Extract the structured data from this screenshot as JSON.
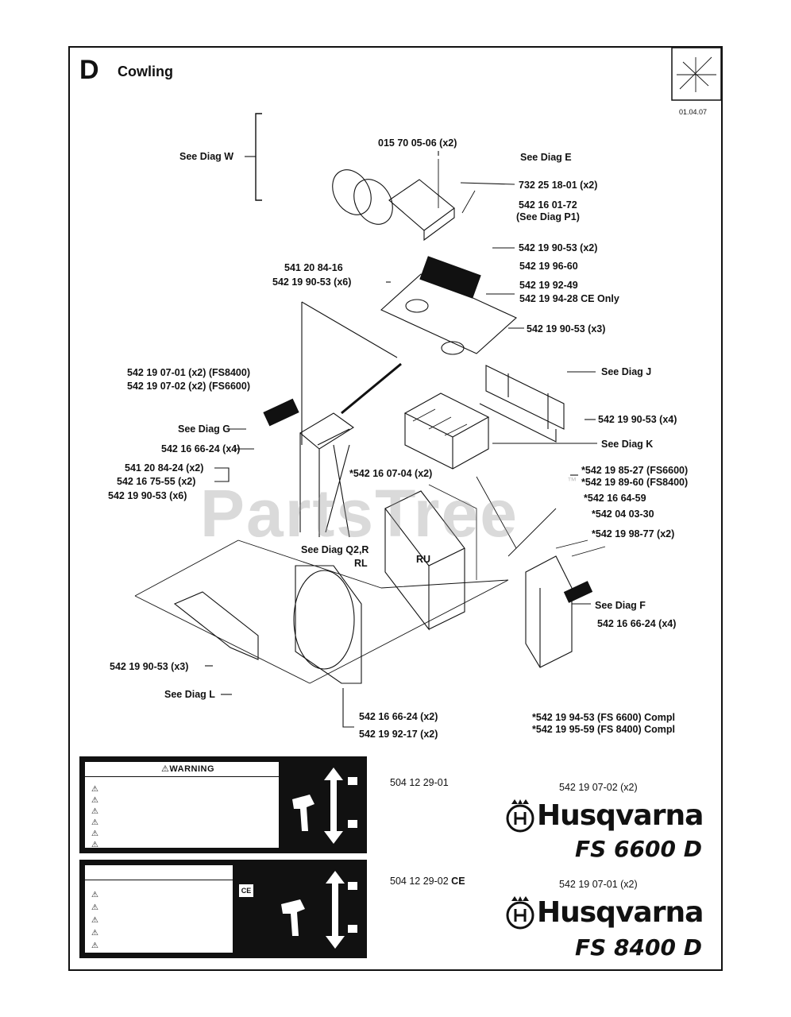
{
  "header": {
    "section_letter": "D",
    "section_title": "Cowling",
    "date": "01.04.07"
  },
  "watermark": {
    "text": "PartsTree",
    "tm": "™"
  },
  "callouts": {
    "see_diag_w": "See Diag W",
    "p_015700506": "015 70 05-06",
    "q_x2_a": "(x2)",
    "see_diag_e": "See Diag E",
    "p_732251801": "732 25 18-01",
    "q_x2_b": "(x2)",
    "p_542160172": "542 16 01-72",
    "see_diag_p1": "(See Diag P1)",
    "p_542199053_a": "542 19 90-53",
    "q_x2_c": "(x2)",
    "p_542199660": "542 19 96-60",
    "p_542199249": "542 19 92-49",
    "p_542199428": "542 19 94-28 CE Only",
    "p_541208416": "541 20 84-16",
    "p_542199053_b": "542 19 90-53",
    "q_x6_a": "(x6)",
    "p_542199053_c": "542 19 90-53",
    "q_x3_a": "(x3)",
    "p_542190701": "542 19 07-01",
    "q_fs8400_a": "(x2) (FS8400)",
    "p_542190702": "542 19 07-02",
    "q_fs6600_a": "(x2) (FS6600)",
    "see_diag_j": "See Diag J",
    "p_542199053_d": "542 19 90-53",
    "q_x4_a": "(x4)",
    "see_diag_g": "See Diag G",
    "see_diag_k": "See Diag K",
    "p_542166624_a": "542 16 66-24",
    "q_x4_b": "(x4)",
    "p_541208424": "541 20 84-24",
    "q_x2_d": "(x2)",
    "p_542167555": "542 16 75-55",
    "q_x2_e": "(x2)",
    "p_542199053_e": "542 19 90-53",
    "q_x6_b": "(x6)",
    "p_542160704": "*542 16 07-04",
    "q_x2_f": "(x2)",
    "p_542198527": "*542 19 85-27",
    "q_fs6600_b": "(FS6600)",
    "p_542198960": "*542 19 89-60",
    "q_fs8400_b": "(FS8400)",
    "p_542166459": "*542 16 64-59",
    "p_542040330": "*542 04 03-30",
    "p_542199877": "*542 19 98-77",
    "q_x2_g": "(x2)",
    "see_diag_q2r": "See Diag Q2,R",
    "rl": "RL",
    "ru": "RU",
    "see_diag_f": "See Diag F",
    "p_542166624_b": "542 16 66-24",
    "q_x4_c": "(x4)",
    "p_542199053_f": "542 19 90-53",
    "q_x3_b": "(x3)",
    "see_diag_l": "See Diag L",
    "p_542166624_c": "542 16 66-24",
    "q_x2_h": "(x2)",
    "p_542199217": "542 19 92-17",
    "q_x2_i": "(x2)",
    "p_542199453": "*542 19 94-53",
    "q_fs6600_compl": "(FS 6600) Compl",
    "p_542199559": "*542 19 95-59",
    "q_fs8400_compl": "(FS 8400) Compl"
  },
  "labels": {
    "label1_part": "504 12 29-01",
    "label2_part": "504 12 29-02",
    "label2_suffix": "CE",
    "warning_title": "WARNING",
    "ce_mark": "CE"
  },
  "brands": {
    "decal1_part": "542 19 07-02 (x2)",
    "decal1_brand": "Husqvarna",
    "decal1_model": "FS 6600 D",
    "decal2_part": "542 19 07-01 (x2)",
    "decal2_brand": "Husqvarna",
    "decal2_model": "FS 8400 D"
  }
}
